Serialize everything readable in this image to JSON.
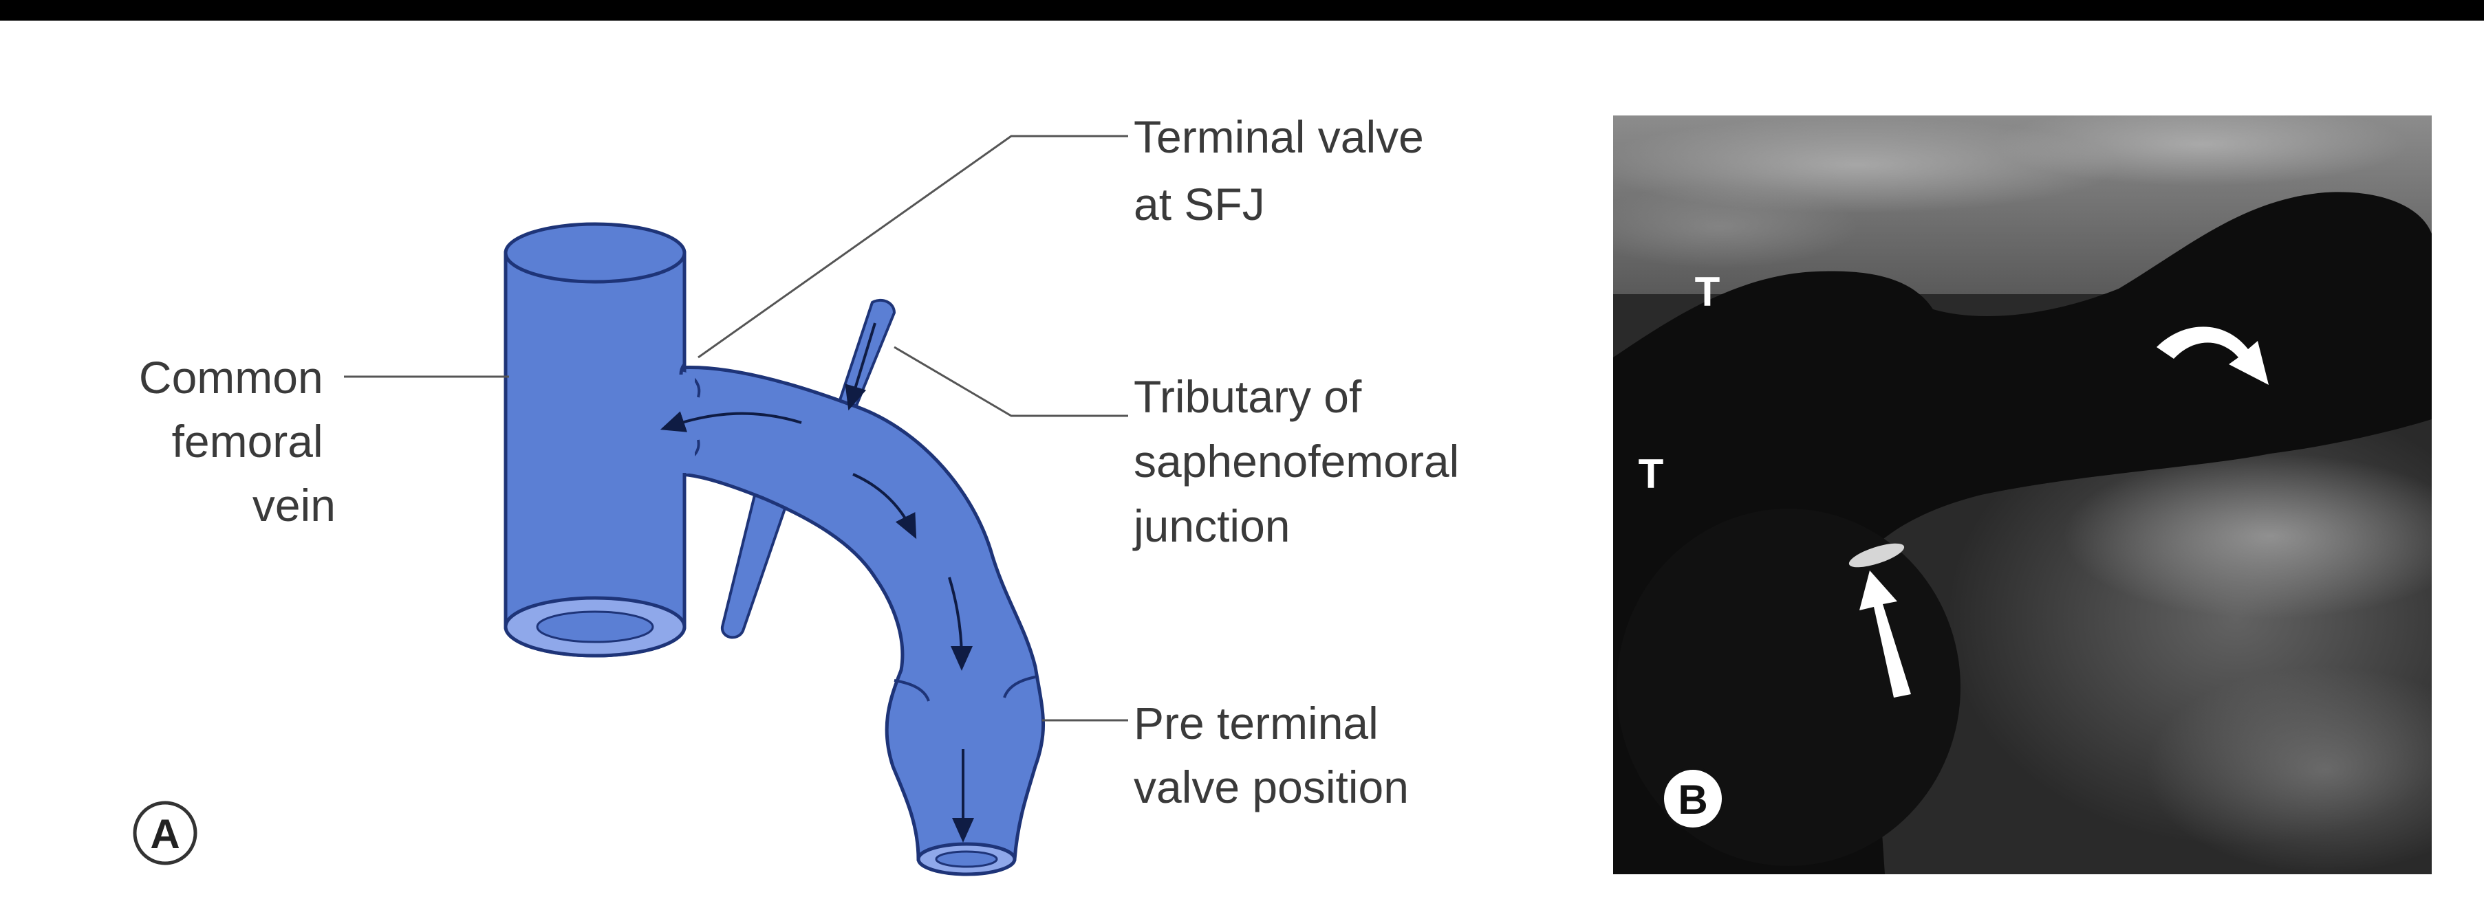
{
  "panel_a": {
    "label": "A",
    "labels": {
      "common_femoral_vein": [
        "Common",
        "femoral",
        "vein"
      ],
      "terminal_valve": [
        "Terminal valve",
        "at SFJ"
      ],
      "tributary": [
        "Tributary of",
        "saphenofemoral",
        "junction"
      ],
      "pre_terminal_valve": [
        "Pre terminal",
        "valve position"
      ]
    }
  },
  "panel_b": {
    "label": "B",
    "markers": [
      "T",
      "T"
    ]
  },
  "colors": {
    "background": "#000000",
    "panel": "#ffffff",
    "vein_fill": "#5b7fd4",
    "vein_stroke": "#1e3478",
    "vein_lumen": "#8fa8ea",
    "leader_line": "#555555",
    "label_text": "#3a3a3a"
  }
}
